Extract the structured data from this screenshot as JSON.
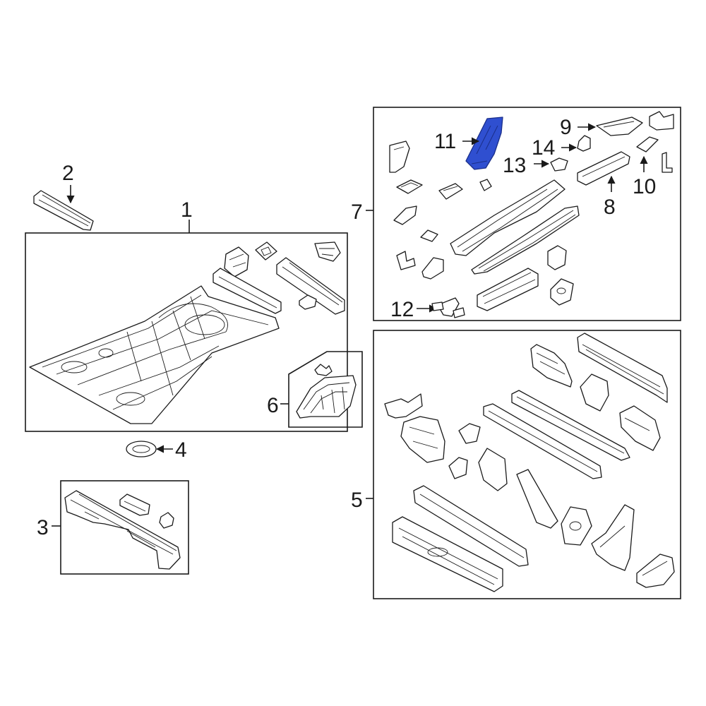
{
  "colors": {
    "line": "#1a1a1a",
    "highlight": "#2f4fd0",
    "highlight_dark": "#1b2f8a",
    "background": "#ffffff"
  },
  "callouts": {
    "c1": "1",
    "c2": "2",
    "c3": "3",
    "c4": "4",
    "c5": "5",
    "c6": "6",
    "c7": "7",
    "c8": "8",
    "c9": "9",
    "c10": "10",
    "c11": "11",
    "c12": "12",
    "c13": "13",
    "c14": "14"
  },
  "highlighted_part": "11"
}
